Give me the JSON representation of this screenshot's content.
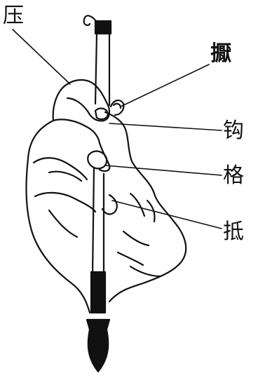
{
  "labels": {
    "ya": "压",
    "ye": "擫",
    "gou": "钩",
    "ge": "格",
    "di": "抵"
  },
  "colors": {
    "ink": "#111111",
    "background": "#ffffff"
  }
}
